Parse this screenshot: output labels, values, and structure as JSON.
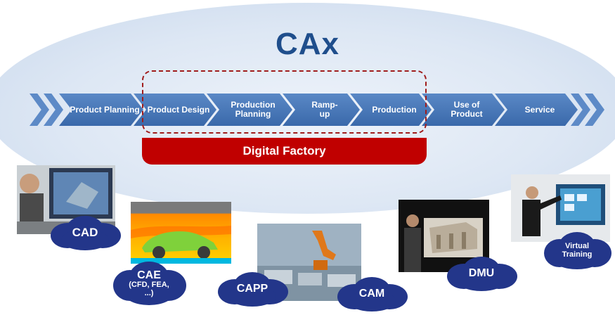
{
  "title": "CAx",
  "process_steps": [
    {
      "label": "Product Planning"
    },
    {
      "label": "Product Design"
    },
    {
      "label": "Production Planning"
    },
    {
      "label": "Ramp-up"
    },
    {
      "label": "Production"
    },
    {
      "label": "Use of Product"
    },
    {
      "label": "Service"
    }
  ],
  "digital_factory": "Digital Factory",
  "tools": {
    "cad": "CAD",
    "cae": "CAE",
    "cae_sub": "(CFD, FEA, ...)",
    "capp": "CAPP",
    "cam": "CAM",
    "dmu": "DMU",
    "virtual_training": "Virtual Training"
  },
  "colors": {
    "title": "#1f4e8c",
    "chevron": "#4a78b8",
    "digital_factory": "#c00000",
    "cloud": "#23368a"
  }
}
